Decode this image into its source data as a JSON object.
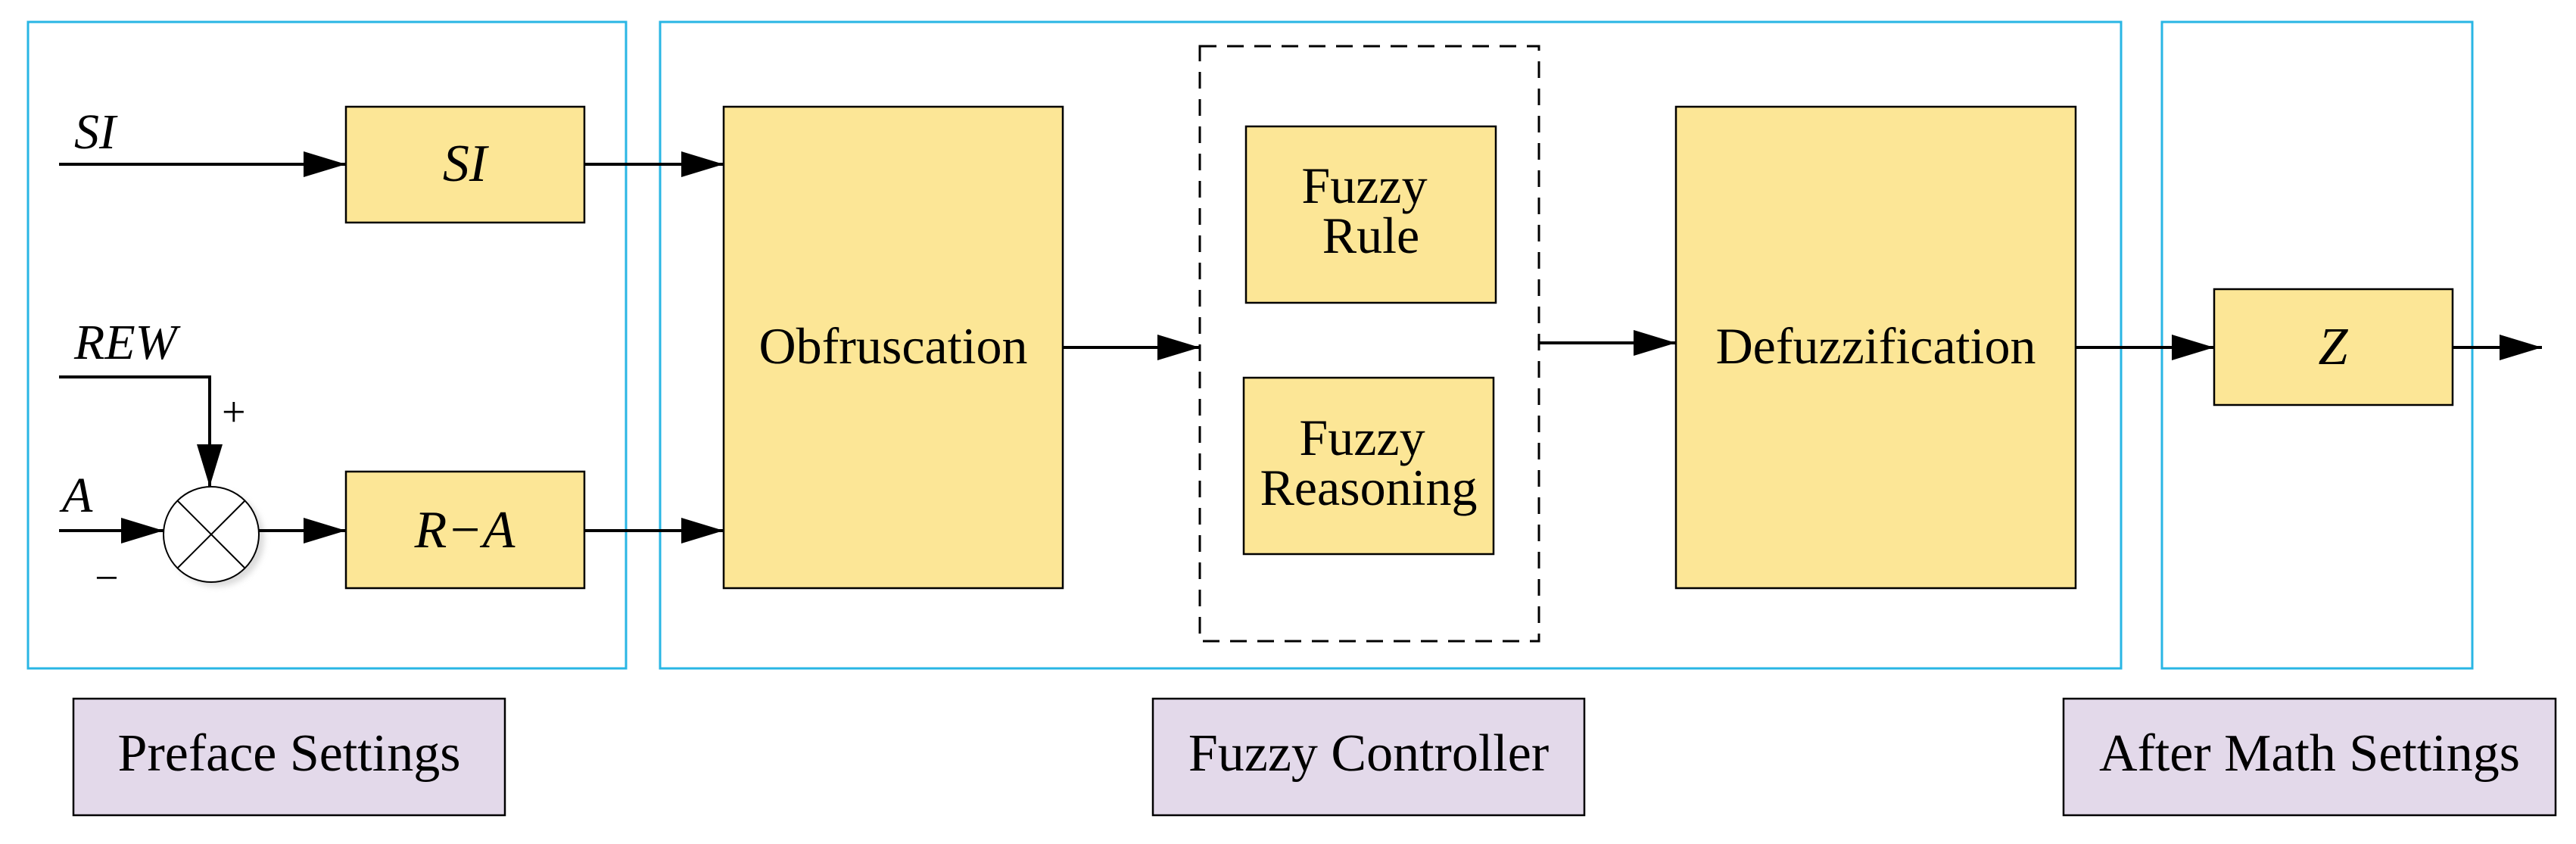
{
  "colors": {
    "group_border": "#29b6e4",
    "block_fill": "#fce696",
    "caption_fill": "#e3d9ea",
    "line": "#000000"
  },
  "inputs": {
    "si": "SI",
    "rew": "REW",
    "a": "A",
    "plus": "+",
    "minus": "−"
  },
  "blocks": {
    "si": "SI",
    "r_minus_a": "R−A",
    "obfuscation": "Obfruscation",
    "fuzzy_rule": [
      "Fuzzy",
      "Rule"
    ],
    "fuzzy_reasoning": [
      "Fuzzy",
      "Reasoning"
    ],
    "defuzzification": "Defuzzification",
    "z": "Z"
  },
  "captions": {
    "preface": "Preface Settings",
    "controller": "Fuzzy Controller",
    "after": "After Math Settings"
  },
  "icons": {
    "summing_junction": "summing-junction-icon"
  }
}
